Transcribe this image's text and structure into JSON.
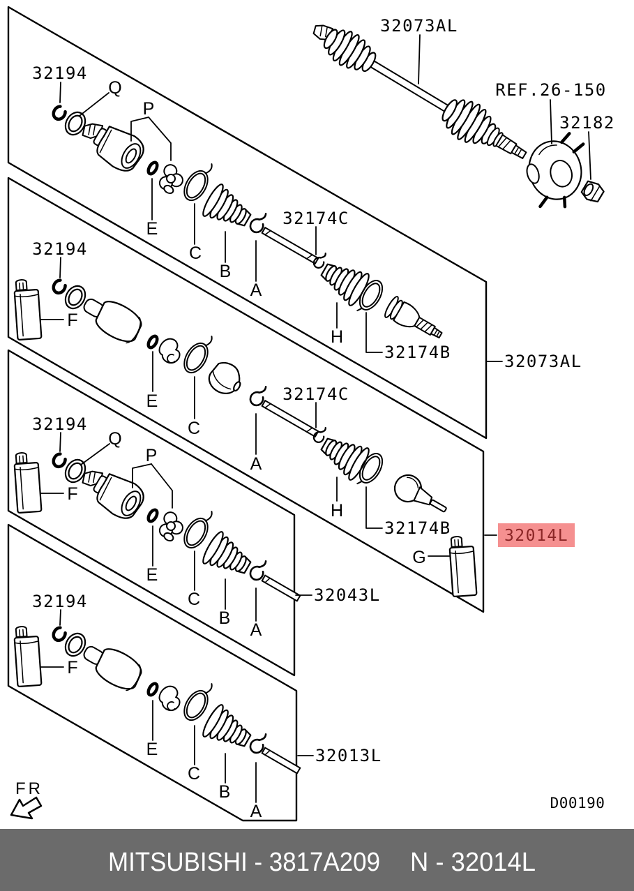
{
  "labels": {
    "assembly": "32073AL",
    "ref": "REF.26-150",
    "nut": "32182",
    "snap_ring": "32194",
    "band_c": "32174C",
    "band_b": "32174B",
    "shaft_highlight": "32014L",
    "shaft_3": "32043L",
    "shaft_4": "32013L"
  },
  "keys": {
    "a": "A",
    "b": "B",
    "c": "C",
    "e": "E",
    "f": "F",
    "g": "G",
    "h": "H",
    "p": "P",
    "q": "Q"
  },
  "front_marker": "FR",
  "drawing_code": "D00190",
  "footer": {
    "brand_plate": "MITSUBISHI - 3817A209",
    "part_plate": "N - 32014L"
  },
  "colors": {
    "highlight_bg": "#f59090",
    "highlight_fg": "#8b2626",
    "bar_bg": "#6b6b6b",
    "bar_fg": "#ffffff",
    "ink": "#000000",
    "paper": "#ffffff"
  }
}
